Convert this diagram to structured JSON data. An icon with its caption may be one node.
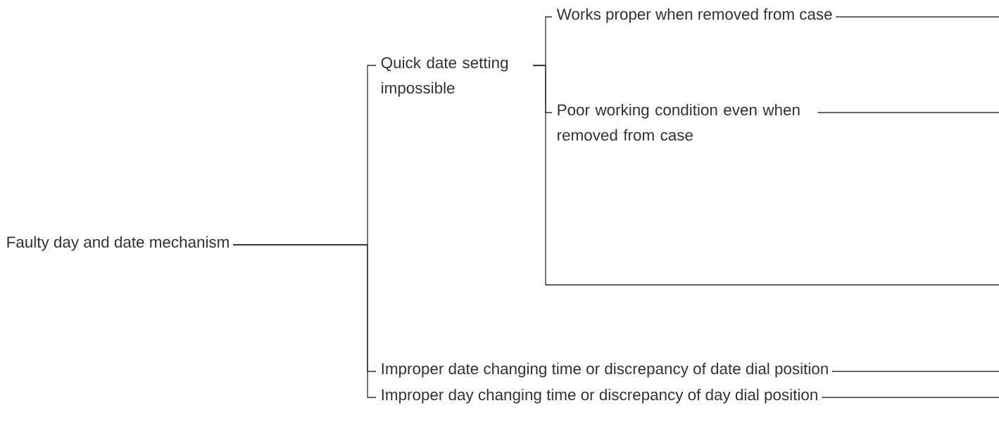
{
  "diagram": {
    "nodes": [
      {
        "text": [
          "Faulty day and date mechanism"
        ]
      },
      {
        "text": [
          "Quick date setting impossible"
        ]
      },
      {
        "text": [
          "Works proper when removed from case"
        ]
      },
      {
        "text": [
          "Poor working condition even when removed from case"
        ]
      },
      {
        "text": [
          "Improper date changing time or discrepancy of date dial position"
        ]
      },
      {
        "text": [
          "Improper day changing time or discrepancy of day dial position"
        ]
      }
    ],
    "edges": [
      {
        "from": 0,
        "to": 1,
        "arrow": "none"
      },
      {
        "from": 0,
        "to": 4,
        "arrow": "none"
      },
      {
        "from": 0,
        "to": 5,
        "arrow": "none"
      },
      {
        "from": 1,
        "to": 2,
        "arrow": "none"
      },
      {
        "from": 1,
        "to": 3,
        "arrow": "none"
      },
      {
        "from": 1,
        "to": null,
        "arrow": "none"
      },
      {
        "from": 2,
        "to": null,
        "arrow": "none"
      },
      {
        "from": 3,
        "to": null,
        "arrow": "none"
      },
      {
        "from": 4,
        "to": null,
        "arrow": "none"
      },
      {
        "from": 5,
        "to": null,
        "arrow": "none"
      }
    ]
  }
}
